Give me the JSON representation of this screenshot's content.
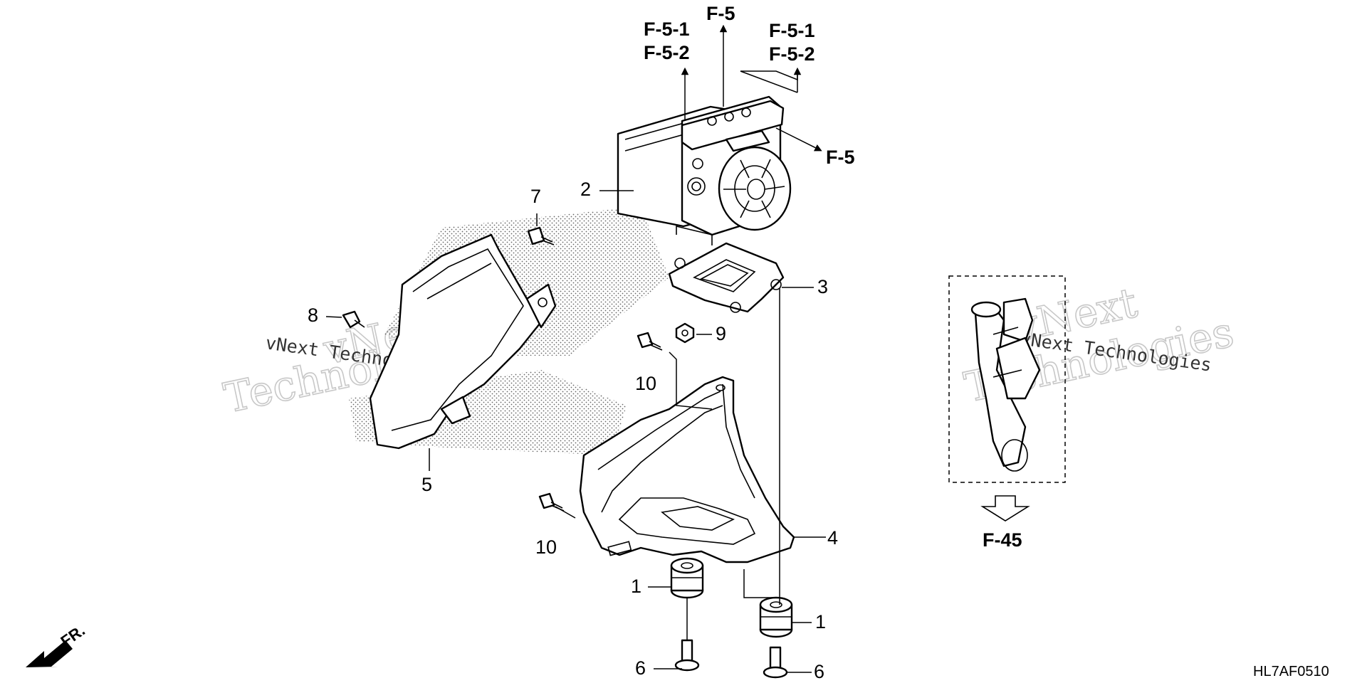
{
  "diagram": {
    "drawing_code": "HL7AF0510",
    "front_indicator": "FR.",
    "watermark": {
      "brand": "vNext",
      "line_1": "vNext Technologies",
      "line_2": "Technologies"
    },
    "refs": {
      "top_left_a": "F-5-1",
      "top_left_b": "F-5-2",
      "top_center": "F-5",
      "top_right_a": "F-5-1",
      "top_right_b": "F-5-2",
      "right": "F-5",
      "detail": "F-45"
    },
    "callouts": {
      "modulator": "2",
      "bolt_7": "7",
      "bracket_3": "3",
      "clip_8": "8",
      "nut_9": "9",
      "bolt_10_upper": "10",
      "cover_5": "5",
      "bolt_10_lower": "10",
      "bracket_4": "4",
      "grommet_1_left": "1",
      "grommet_1_right": "1",
      "collar_6_left": "6",
      "collar_6_right": "6"
    }
  }
}
